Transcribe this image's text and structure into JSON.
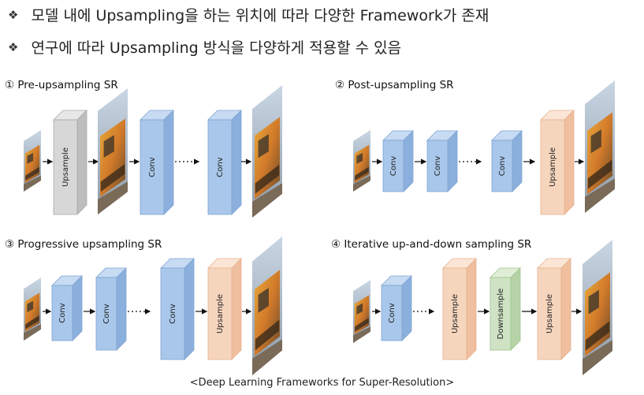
{
  "bullets": [
    {
      "marker": "❖",
      "text": "모델 내에 Upsampling을 하는 위치에 따라 다양한 Framework가 존재"
    },
    {
      "marker": "❖",
      "text": "연구에 따라 Upsampling 방식을 다양하게 적용할 수 있음"
    }
  ],
  "frameworks": [
    {
      "title": "① Pre-upsampling SR",
      "blocks": [
        "Upsample",
        "Conv",
        "Conv"
      ]
    },
    {
      "title": "② Post-upsampling SR",
      "blocks": [
        "Conv",
        "Conv",
        "Conv",
        "Upsample"
      ]
    },
    {
      "title": "③ Progressive upsampling SR",
      "blocks": [
        "Conv",
        "Conv",
        "Conv",
        "Upsample"
      ]
    },
    {
      "title": "④ Iterative up-and-down sampling SR",
      "blocks": [
        "Conv",
        "Upsample",
        "Downsample",
        "Upsample"
      ]
    }
  ],
  "caption": "<Deep Learning Frameworks for Super-Resolution>",
  "colors": {
    "conv": {
      "front": "#a9c7ea",
      "side": "#8cb0dd",
      "top": "#c7dbf3",
      "stroke": "#7fa3d1"
    },
    "upsample": {
      "front": "#f6d5bd",
      "side": "#efbf9f",
      "top": "#fbe6d6",
      "stroke": "#e8b08e"
    },
    "upsample_gray": {
      "front": "#d7d7d7",
      "side": "#bdbdbd",
      "top": "#e7e7e7",
      "stroke": "#a8a8a8"
    },
    "downsample": {
      "front": "#cfe3c4",
      "side": "#b5d3a6",
      "top": "#e0eed8",
      "stroke": "#9fc38d"
    }
  },
  "icons": [
    "diamond-bullet-icon",
    "train-image-icon",
    "arrow-icon",
    "ellipsis-icon"
  ]
}
